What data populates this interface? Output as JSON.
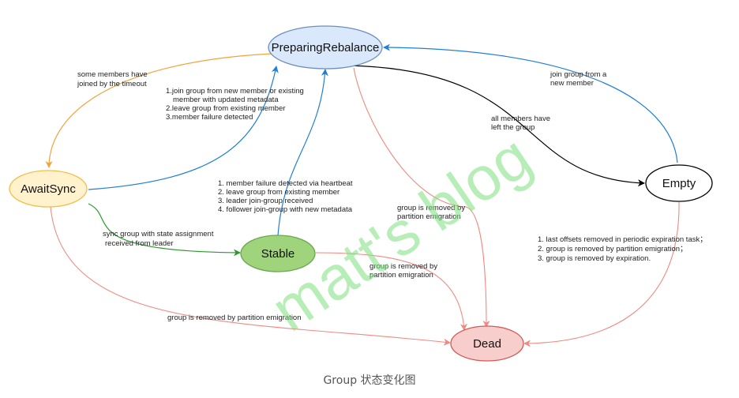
{
  "watermark": "matt's blog",
  "caption": "Group 状态变化图",
  "states": {
    "preparing_rebalance": "PreparingRebalance",
    "await_sync": "AwaitSync",
    "stable": "Stable",
    "empty": "Empty",
    "dead": "Dead"
  },
  "transitions": {
    "await_from_prep": [
      "some members have",
      "joined by the timeout"
    ],
    "await_to_prep": [
      "1.join group from new member or existing",
      "member with updated metadata",
      "2.leave group from existing member",
      "3.member failure detected"
    ],
    "stable_to_prep": [
      "1. member failure detected via heartbeat",
      "2. leave group from existing member",
      "3. leader join-group received",
      "4. follower join-group with new metadata"
    ],
    "empty_to_prep": [
      "join group from a",
      "new member"
    ],
    "prep_to_empty": [
      "all members have",
      "left the group"
    ],
    "await_to_stable": [
      "sync group with state assignment",
      "received from leader"
    ],
    "prep_to_dead": [
      "group is removed by",
      "partition emigration"
    ],
    "stable_to_dead": [
      "group is removed by",
      "partition emigration"
    ],
    "await_to_dead": [
      "group is removed by partition emigration"
    ],
    "empty_to_dead": [
      "1. last offsets removed in periodic expiration task；",
      "2. group is removed by partition emigration；",
      "3. group is removed by expiration."
    ]
  },
  "colors": {
    "blue_edge": "#1f7fd6",
    "orange_edge": "#f2a33a",
    "green_edge": "#2c9a2c",
    "black_edge": "#000000",
    "red_edge": "#f08a82",
    "prep_fill": "#dae8fc",
    "prep_stroke": "#6c8ebf",
    "await_fill": "#fff2cc",
    "await_stroke": "#f0c04a",
    "stable_fill": "#9fd37c",
    "stable_stroke": "#6aa84f",
    "empty_fill": "#ffffff",
    "empty_stroke": "#000000",
    "dead_fill": "#f8cecc",
    "dead_stroke": "#d45a55",
    "watermark": "#7ee07e"
  }
}
